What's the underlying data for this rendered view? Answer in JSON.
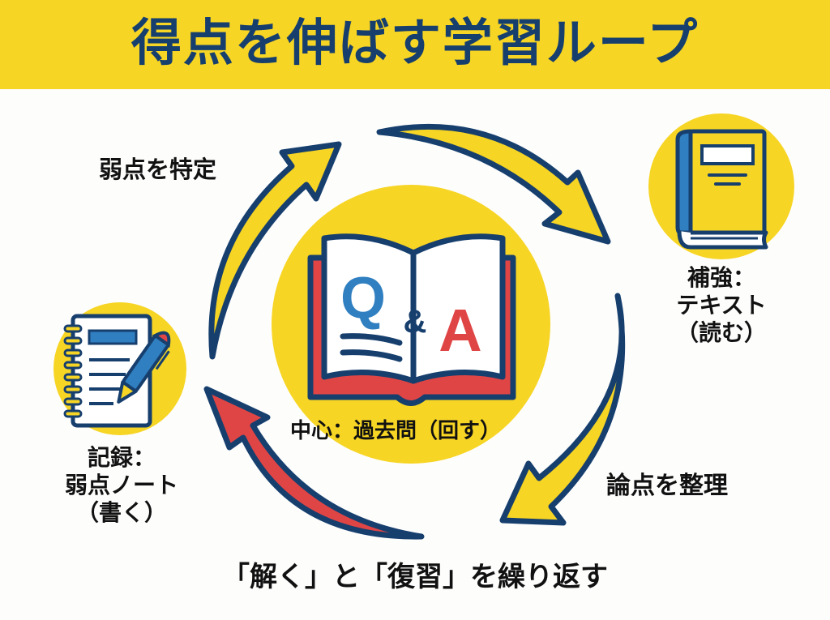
{
  "header": {
    "title": "得点を伸ばす学習ループ",
    "background_color": "#f7d524",
    "text_color": "#173f6e"
  },
  "center": {
    "icon": "open-book-qa-icon",
    "q": "Q",
    "amp": "&",
    "a": "A",
    "label": "中心：過去問（回す）"
  },
  "nodes": {
    "textbook": {
      "icon": "closed-book-icon",
      "lines": [
        "補強：",
        "テキスト",
        "（読む）"
      ]
    },
    "notebook": {
      "icon": "notebook-pen-icon",
      "lines": [
        "記録：",
        "弱点ノート",
        "（書く）"
      ]
    }
  },
  "arrows": [
    {
      "id": "identify-weakness",
      "label": "弱点を特定",
      "color": "#f7d524"
    },
    {
      "id": "top-arrow",
      "label": "",
      "color": "#f7d524"
    },
    {
      "id": "organize-points",
      "label": "論点を整理",
      "color": "#f7d524"
    },
    {
      "id": "return-arrow",
      "label": "",
      "color": "#e04545"
    }
  ],
  "footer": {
    "caption": "「解く」と「復習」を繰り返す"
  },
  "colors": {
    "yellow": "#f7d524",
    "navy": "#173f6e",
    "red": "#e04545",
    "blue": "#2f7fc1"
  }
}
